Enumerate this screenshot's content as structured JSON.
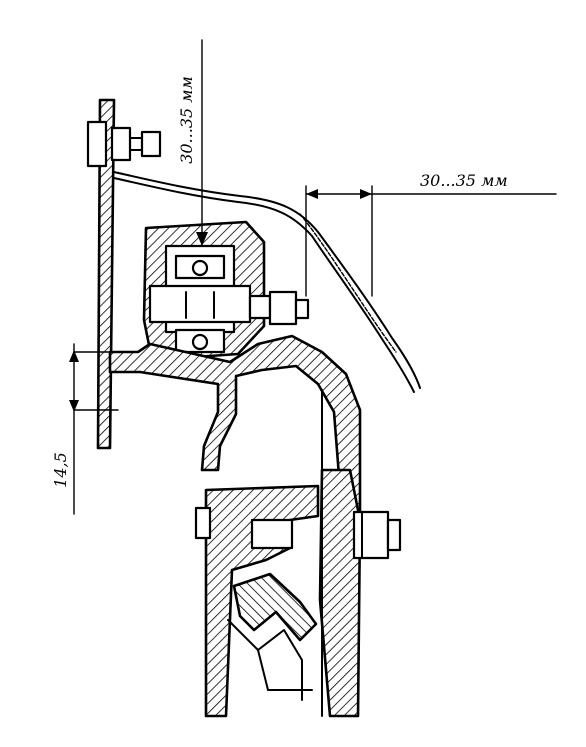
{
  "dimensions": {
    "vertical_gap": "30...35 мм",
    "horizontal_gap": "30...35 мм",
    "step_height": "14,5"
  }
}
